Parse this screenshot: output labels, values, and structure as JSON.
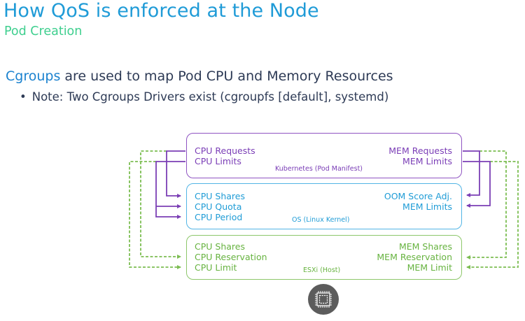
{
  "header": {
    "title": "How QoS is enforced at the Node",
    "subtitle": "Pod Creation"
  },
  "body": {
    "main_highlight": "Cgroups",
    "main_rest": " are used to map Pod CPU and Memory Resources",
    "bullet_symbol": "•",
    "bullet_text": "Note: Two Cgroups Drivers exist (cgroupfs [default], systemd)"
  },
  "diagram": {
    "layers": {
      "kubernetes": {
        "label": "Kubernetes (Pod Manifest)",
        "left": [
          "CPU Requests",
          "CPU Limits"
        ],
        "right": [
          "MEM Requests",
          "MEM Limits"
        ],
        "color": "#7a3db6"
      },
      "os": {
        "label": "OS (Linux Kernel)",
        "left": [
          "CPU Shares",
          "CPU Quota",
          "CPU Period"
        ],
        "right": [
          "OOM Score Adj.",
          "MEM Limits"
        ],
        "color": "#1f9cd6"
      },
      "esxi": {
        "label": "ESXi (Host)",
        "left": [
          "CPU Shares",
          "CPU Reservation",
          "CPU Limit"
        ],
        "right": [
          "MEM Shares",
          "MEM Reservation",
          "MEM Limit"
        ],
        "color": "#67b340"
      }
    },
    "mappings": [
      {
        "from": "CPU Requests",
        "to": "OS: CPU Shares",
        "style": "solid-purple"
      },
      {
        "from": "CPU Limits",
        "to": "OS: CPU Quota",
        "style": "solid-purple"
      },
      {
        "from": "CPU Limits",
        "to": "OS: CPU Period",
        "style": "solid-purple"
      },
      {
        "from": "CPU Requests",
        "to": "ESXi: CPU Reservation",
        "style": "dashed-green"
      },
      {
        "from": "CPU Limits",
        "to": "ESXi: CPU Limit",
        "style": "dashed-green"
      },
      {
        "from": "MEM Requests",
        "to": "OS: OOM Score Adj.",
        "style": "solid-purple"
      },
      {
        "from": "MEM Limits",
        "to": "OS: MEM Limits",
        "style": "solid-purple"
      },
      {
        "from": "MEM Requests",
        "to": "ESXi: MEM Reservation",
        "style": "dashed-green"
      },
      {
        "from": "MEM Limits",
        "to": "ESXi: MEM Limit",
        "style": "dashed-green"
      }
    ],
    "icon": "cpu-chip-icon"
  }
}
